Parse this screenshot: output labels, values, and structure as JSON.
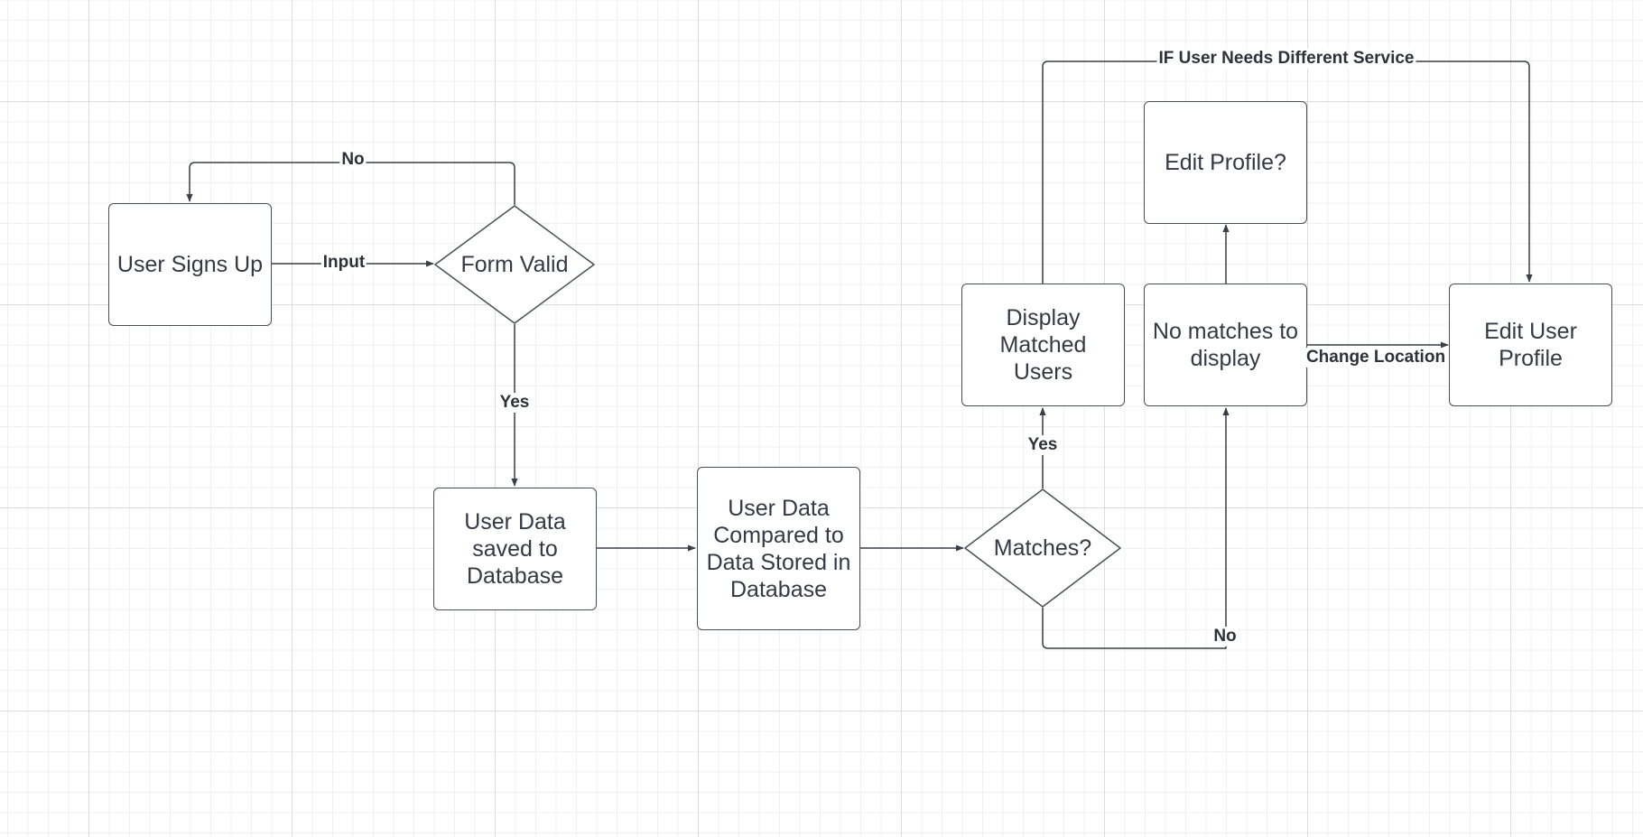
{
  "nodes": {
    "user_signs_up": "User Signs Up",
    "form_valid": "Form Valid",
    "user_data_saved": "User Data saved to Database",
    "user_data_compared": "User Data Compared to Data Stored in Database",
    "matches": "Matches?",
    "display_matched_users": "Display Matched Users",
    "no_matches": "No matches to display",
    "edit_profile_question": "Edit Profile?",
    "edit_user_profile": "Edit User Profile"
  },
  "edges": {
    "input": "Input",
    "no_top": "No",
    "yes_down": "Yes",
    "yes_up": "Yes",
    "no_bottom": "No",
    "change_location": "Change Location",
    "if_user_needs": "IF User Needs Different Service"
  },
  "colors": {
    "line": "#3a3f47",
    "text": "#333a44",
    "grid_major": "#dcdcdc",
    "grid_minor": "#f0f0f0"
  }
}
